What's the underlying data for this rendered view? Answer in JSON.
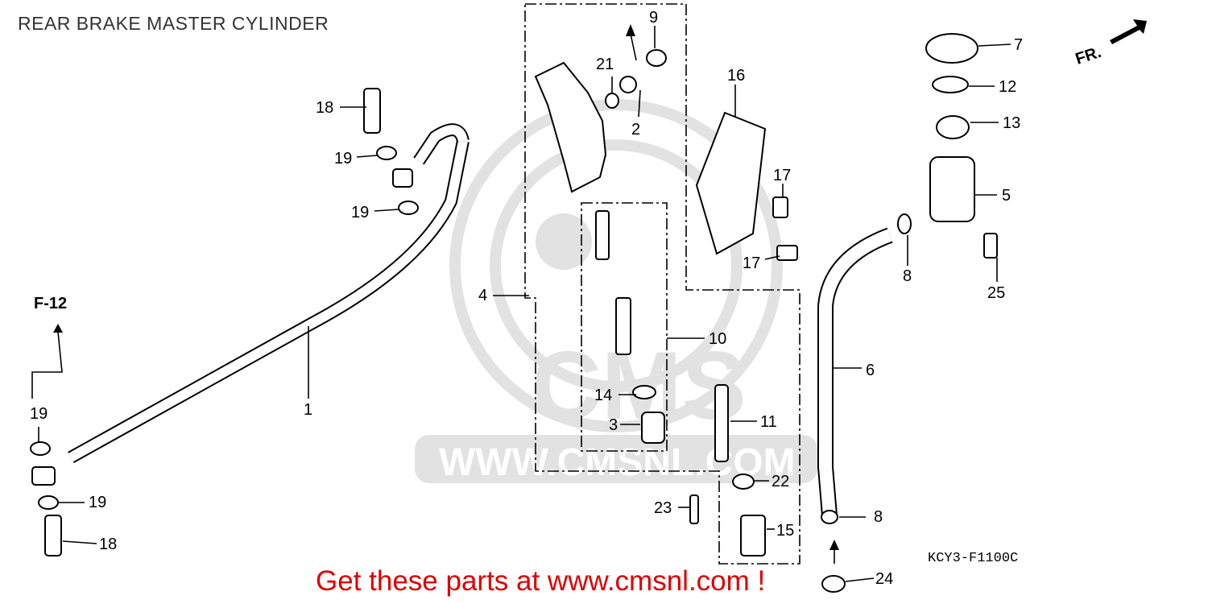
{
  "title": "REAR BRAKE MASTER CYLINDER",
  "watermark": "WWW.CMSNL.COM",
  "watermark_logo": "CMS",
  "ref_code": "KCY3-F1100C",
  "direction_label": "FR.",
  "ref_figure": "F-12",
  "promo": "Get these parts at www.cmsnl.com !",
  "colors": {
    "promo": "#dd0000",
    "watermark": "#e2e2e2"
  },
  "callouts": {
    "c1": "1",
    "c2": "2",
    "c3": "3",
    "c4": "4",
    "c5": "5",
    "c6": "6",
    "c7": "7",
    "c8a": "8",
    "c8b": "8",
    "c9": "9",
    "c10": "10",
    "c11": "11",
    "c12": "12",
    "c13": "13",
    "c14": "14",
    "c15": "15",
    "c16": "16",
    "c17a": "17",
    "c17b": "17",
    "c18a": "18",
    "c18b": "18",
    "c19a": "19",
    "c19b": "19",
    "c19c": "19",
    "c19d": "19",
    "c21": "21",
    "c22": "22",
    "c23": "23",
    "c24": "24",
    "c25": "25"
  }
}
